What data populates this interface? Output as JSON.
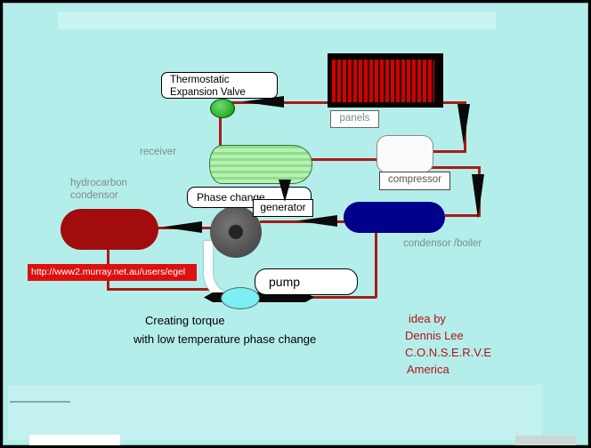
{
  "colors": {
    "bg": "#b4eeeb",
    "bg_light": "#c8f4f1",
    "pipe": "#a81c14",
    "panel_stripe": "#d40000",
    "receiver_light": "#b9f0b2",
    "receiver_dark": "#8ddf8b",
    "valve_green": "#2fb52f",
    "condensor_red": "#a30c0c",
    "boiler_blue": "#00008b",
    "pump_cyan": "#7ceef4",
    "url_bg": "#dd1010",
    "url_text": "#ffffff",
    "label_gray": "#7c8c8c",
    "credit_red": "#b21414"
  },
  "icons": {
    "flow_left_arrow": "◀",
    "flow_down_arrow": "▼",
    "flow_pipe_arrow": "⬌"
  },
  "labels": {
    "valve_line1": "Thermostatic",
    "valve_line2": "Expansion Valve",
    "panels": "panels",
    "receiver": "receiver",
    "compressor": "compressor",
    "hydro_line1": "hydrocarbon",
    "hydro_line2": "condensor",
    "phase_change": "Phase change",
    "generator": "generator",
    "condensor_boiler": "condensor /boiler",
    "pump": "pump"
  },
  "link": {
    "url": "http://www2.murray.net.au/users/egel"
  },
  "caption": {
    "line1": "Creating torque",
    "line2": "with low temperature phase change"
  },
  "credit": {
    "line1": "idea by",
    "line2": "Dennis Lee",
    "line3": "C.O.N.S.E.R.V.E",
    "line4": "America"
  }
}
